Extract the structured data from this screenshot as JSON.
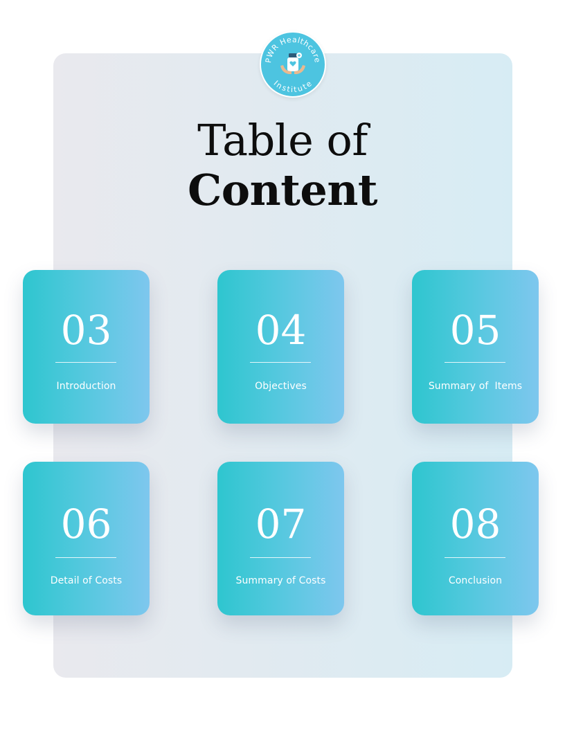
{
  "brand": {
    "logo_text_top": "PWR Healthcare",
    "logo_text_bottom": "Institute",
    "logo_icon": "hands-holding-heart-bottle-icon"
  },
  "title": {
    "line1": "Table of",
    "line2": "Content"
  },
  "colors": {
    "card_gradient_start": "#2ec6cf",
    "card_gradient_end": "#7ec7ee",
    "logo_bg": "#4dc4e0",
    "title_text": "#0d0d0d"
  },
  "sections": [
    {
      "page": "03",
      "label": "Introduction"
    },
    {
      "page": "04",
      "label": "Objectives"
    },
    {
      "page": "05",
      "label": "Summary of  Items"
    },
    {
      "page": "06",
      "label": "Detail of Costs"
    },
    {
      "page": "07",
      "label": "Summary of Costs"
    },
    {
      "page": "08",
      "label": "Conclusion"
    }
  ]
}
